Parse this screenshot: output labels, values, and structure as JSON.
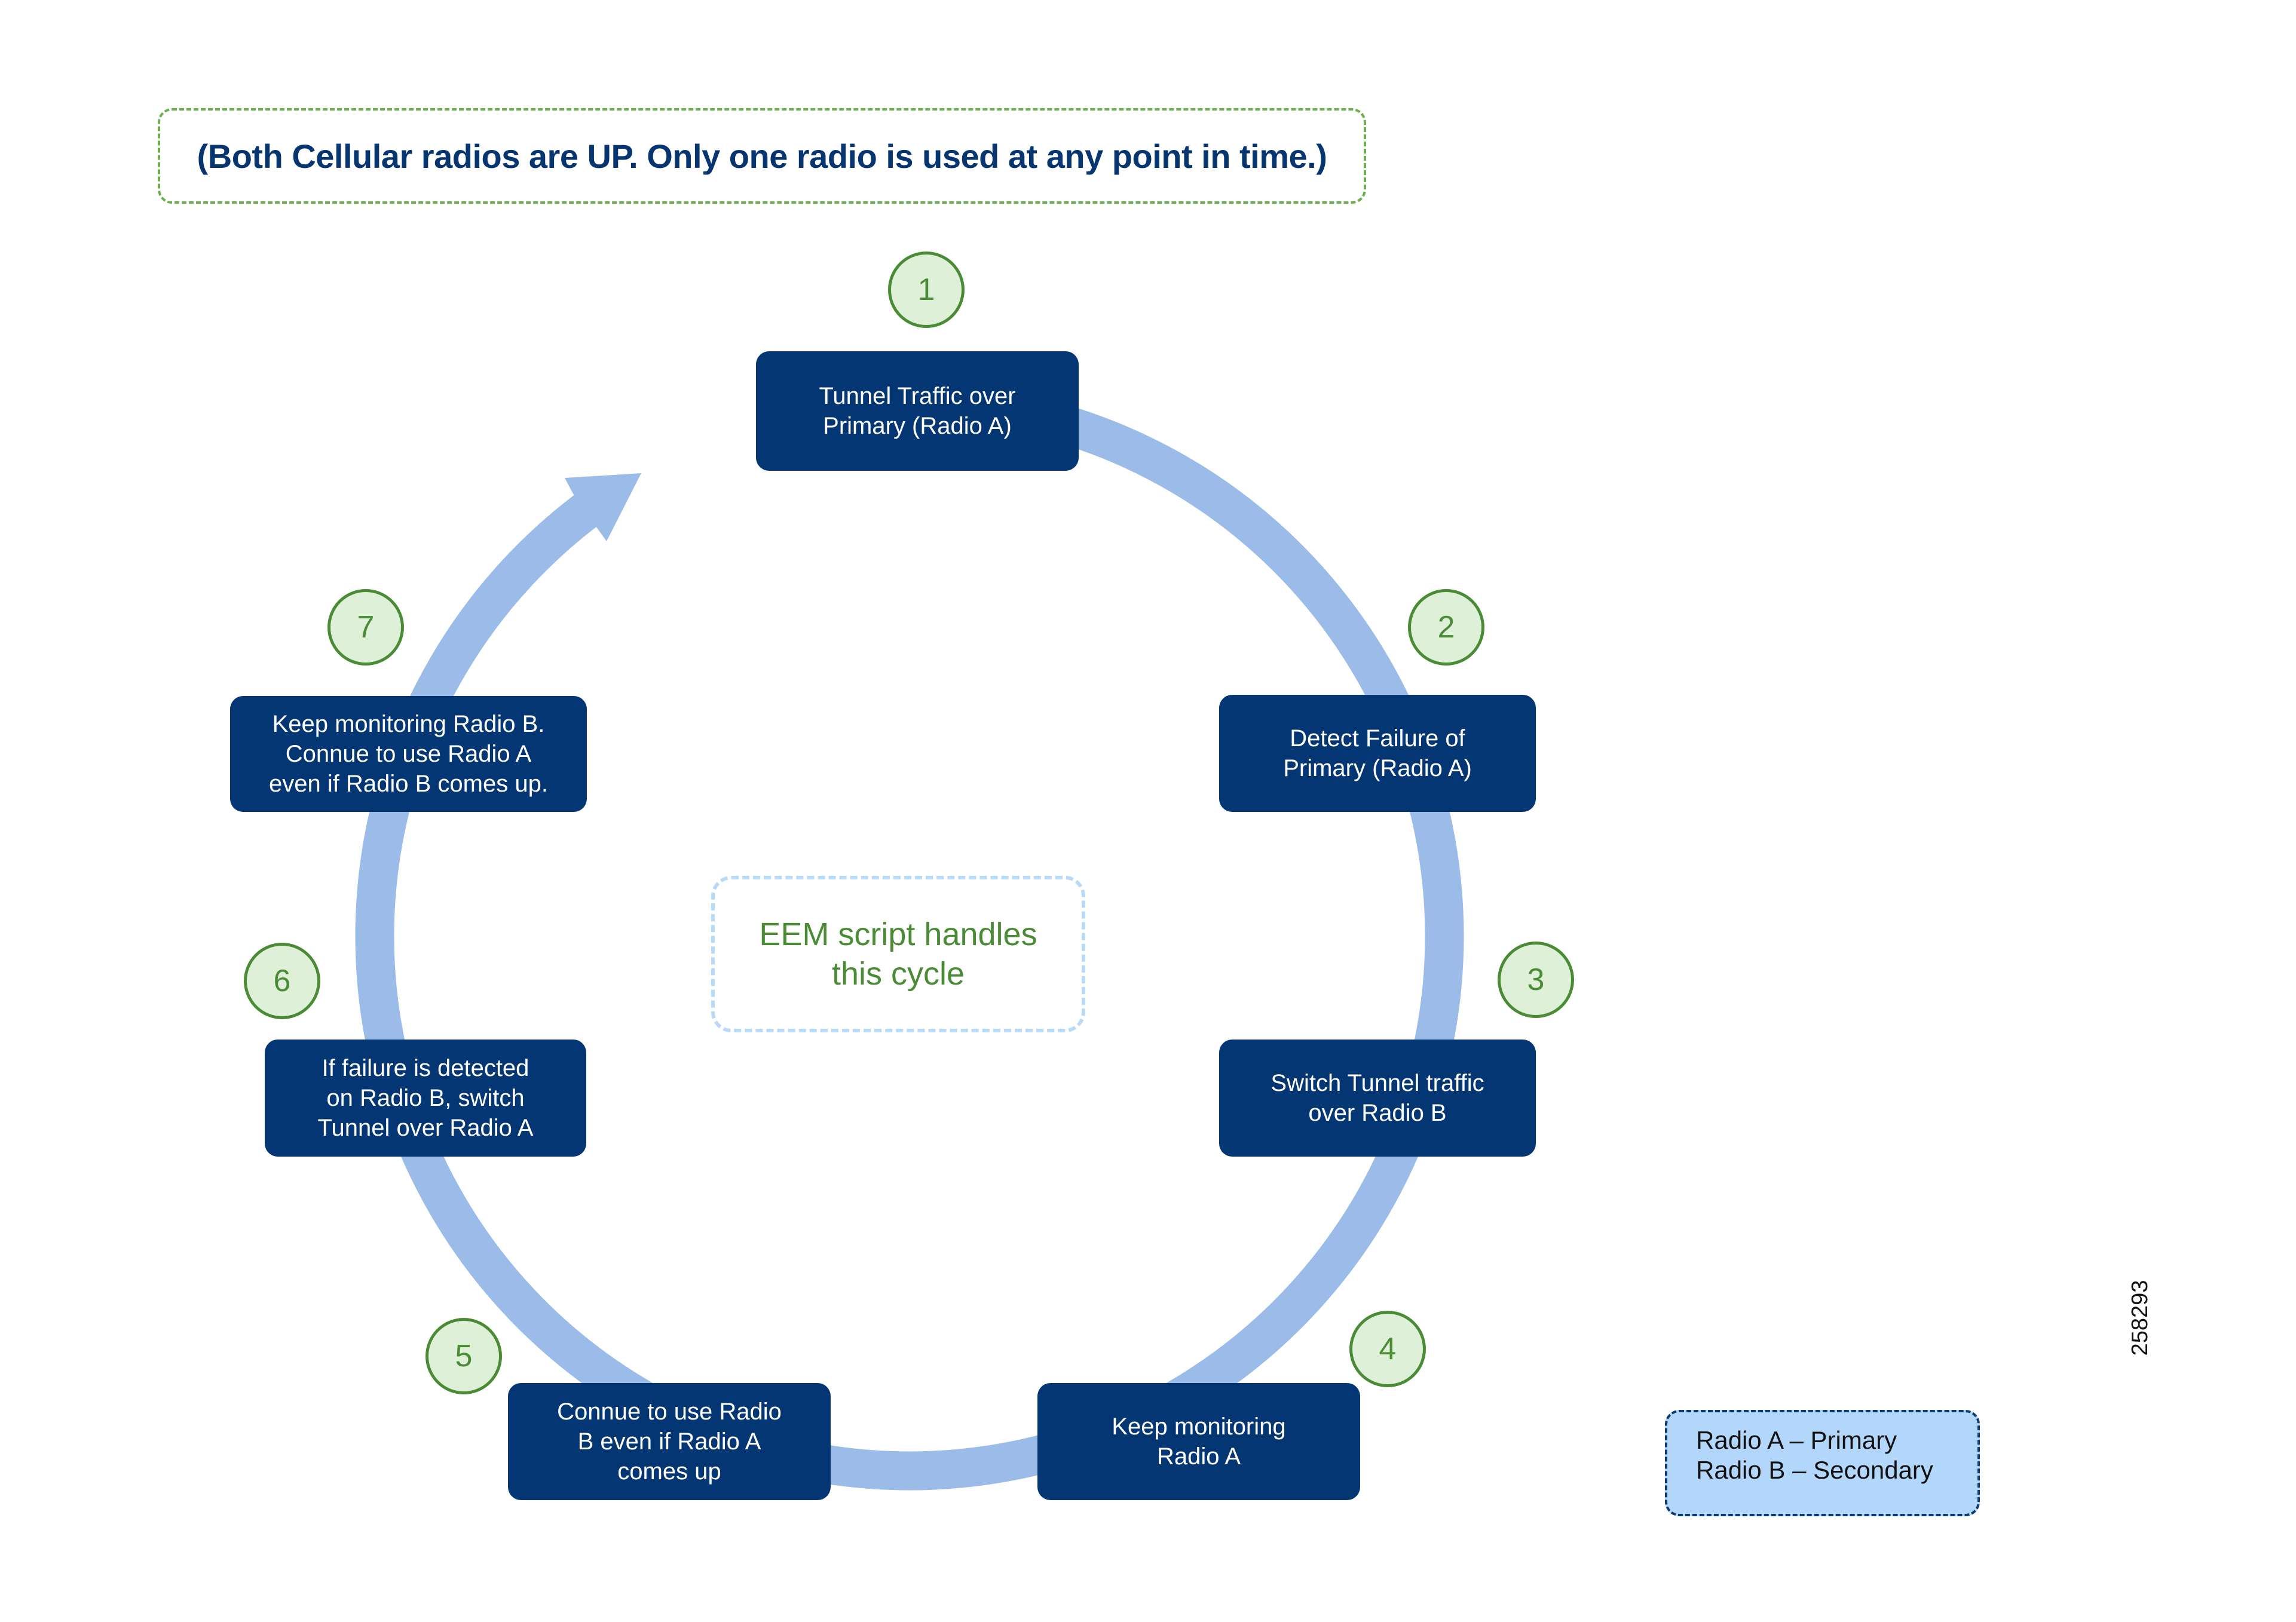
{
  "header_note": "(Both Cellular radios are UP. Only one radio is used at any point in time.)",
  "colors": {
    "step_box": "#043673",
    "ring": "#9bbbe8",
    "badge_fill": "#dff0d8",
    "badge_stroke": "#4a8b35",
    "header_text": "#06356f",
    "legend_fill": "#b3d7fb"
  },
  "steps": [
    {
      "number": "1",
      "text": "Tunnel Traffic over\nPrimary (Radio A)"
    },
    {
      "number": "2",
      "text": "Detect Failure of\nPrimary (Radio A)"
    },
    {
      "number": "3",
      "text": "Switch Tunnel traffic\nover Radio B"
    },
    {
      "number": "4",
      "text": "Keep monitoring\nRadio A"
    },
    {
      "number": "5",
      "text": "Connue to use Radio\nB even if Radio A\ncomes up"
    },
    {
      "number": "6",
      "text": "If failure is detected\non Radio B, switch\nTunnel over Radio A"
    },
    {
      "number": "7",
      "text": "Keep monitoring Radio B.\nConnue to use Radio A\neven if Radio B comes up."
    }
  ],
  "center_note": "EEM script handles\nthis cycle",
  "legend": "Radio A – Primary\nRadio B – Secondary",
  "figure_id": "258293"
}
